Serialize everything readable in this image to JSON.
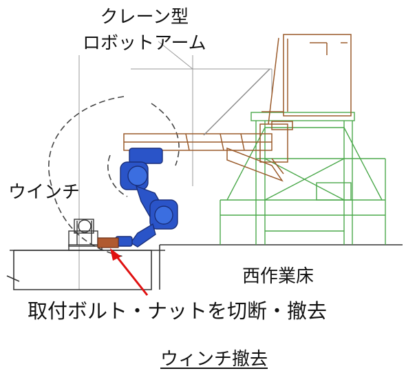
{
  "labels": {
    "crane_line1": "クレーン型",
    "crane_line2": "ロボットアーム",
    "winch": "ウインチ",
    "west_floor": "西作業床",
    "action": "取付ボルト・ナットを切断・撤去"
  },
  "caption": "ウィンチ撤去",
  "colors": {
    "crane_structure": "#9a5a2a",
    "support_frame": "#4aa84a",
    "robot_arm": "#2a54c8",
    "pointer_arrow": "#e01010",
    "background_lines": "#666666"
  }
}
